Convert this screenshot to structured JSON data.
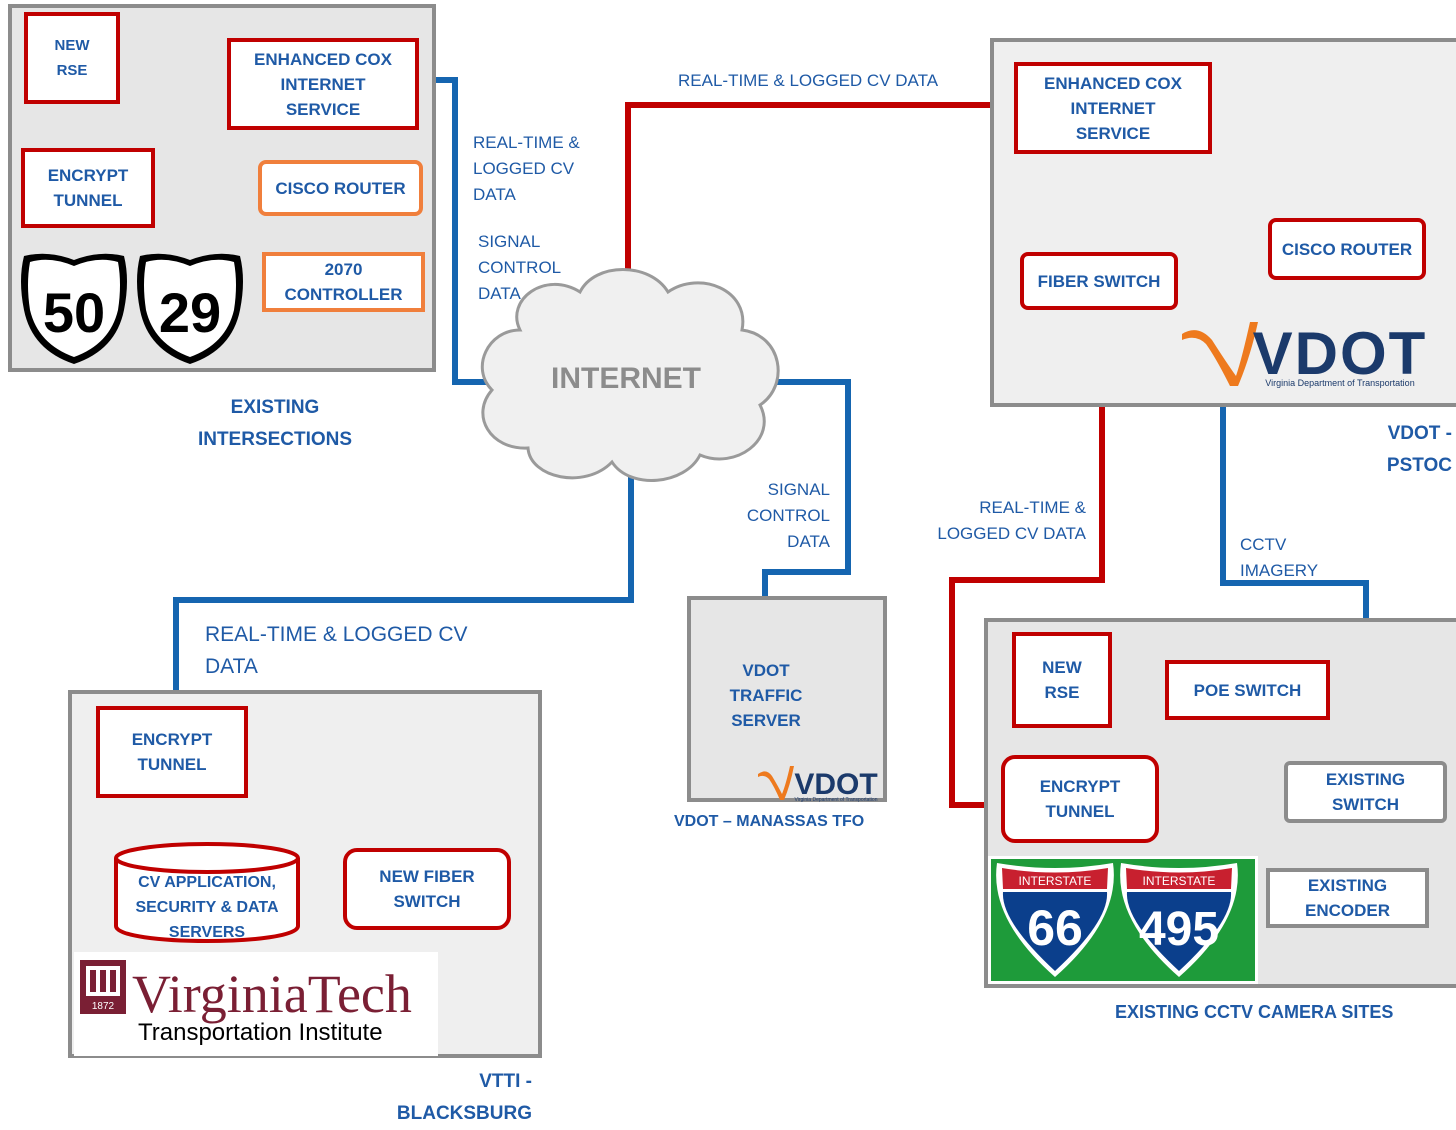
{
  "areas": {
    "existing_intersections": "EXISTING\nINTERSECTIONS",
    "vdot_pstoc": "VDOT -\nPSTOC",
    "vdot_manassas": "VDOT – MANASSAS TFO",
    "cctv_sites": "EXISTING CCTV CAMERA SITES",
    "vtti": "VTTI -\nBLACKSBURG"
  },
  "nodes": {
    "ei_new_rse": "NEW\nRSE",
    "ei_cox": "ENHANCED COX\nINTERNET\nSERVICE",
    "ei_encrypt": "ENCRYPT\nTUNNEL",
    "ei_router": "CISCO ROUTER",
    "ei_controller": "2070\nCONTROLLER",
    "pstoc_cox": "ENHANCED COX\nINTERNET\nSERVICE",
    "pstoc_router": "CISCO ROUTER",
    "pstoc_fiber": "FIBER SWITCH",
    "manassas_server": "VDOT\nTRAFFIC\nSERVER",
    "cctv_new_rse": "NEW\nRSE",
    "cctv_poe": "POE SWITCH",
    "cctv_encrypt": "ENCRYPT\nTUNNEL",
    "cctv_switch": "EXISTING\nSWITCH",
    "cctv_encoder": "EXISTING\nENCODER",
    "vtti_encrypt": "ENCRYPT\nTUNNEL",
    "vtti_servers": "CV APPLICATION,\nSECURITY & DATA\nSERVERS",
    "vtti_fiber": "NEW FIBER\nSWITCH",
    "internet": "INTERNET"
  },
  "links": {
    "top_cv": "REAL-TIME & LOGGED CV DATA",
    "ei_cv": "REAL-TIME &\nLOGGED CV\nDATA",
    "ei_signal": "SIGNAL\nCONTROL\nDATA",
    "manassas_signal": "SIGNAL\nCONTROL\nDATA",
    "pstoc_cv": "REAL-TIME &\nLOGGED CV DATA",
    "cctv_imagery": "CCTV\nIMAGERY",
    "vtti_cv": "REAL-TIME & LOGGED CV\nDATA"
  },
  "logos": {
    "us50": "50",
    "us29": "29",
    "i66_top": "INTERSTATE",
    "i66_num": "66",
    "i495_top": "INTERSTATE",
    "i495_num": "495",
    "vdot": "VDOT",
    "vdot_sub": "Virginia Department of Transportation",
    "vt_year": "1872",
    "vt_name": "VirginiaTech",
    "vt_sub": "Transportation Institute"
  },
  "colors": {
    "red_link": "#c00000",
    "blue_link": "#1565b0",
    "label_blue": "#1f5aa6",
    "vdot_orange": "#ee7a1e",
    "vdot_navy": "#1b3a6b",
    "interstate_blue": "#0b3f8c",
    "interstate_red": "#c8202f",
    "sign_green": "#1e9b3a",
    "vt_maroon": "#7a1f34"
  }
}
